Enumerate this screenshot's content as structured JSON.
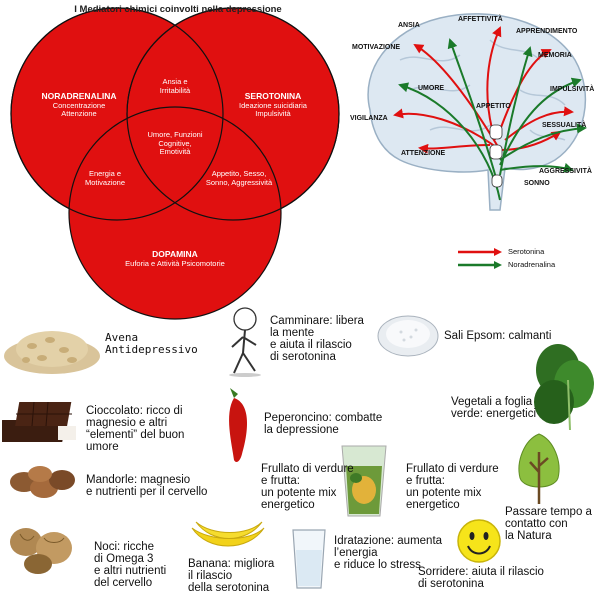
{
  "venn": {
    "title": "I Mediatori chimici coinvolti nella depressione",
    "noradrenalina": {
      "name": "NORADRENALINA",
      "desc": "Concentrazione\nAttenzione"
    },
    "serotonina": {
      "name": "SEROTONINA",
      "desc": "Ideazione suicidiaria\nImpulsività"
    },
    "dopamina": {
      "name": "DOPAMINA",
      "desc": "Euforia e Attività Psicomotorie"
    },
    "nor_sero": "Ansia e\nIrritabilità",
    "nor_dopa": "Energia e\nMotivazione",
    "sero_dopa": "Appetito, Sesso,\nSonno, Aggressività",
    "center": "Umore, Funzioni\nCognitive,\nEmotività",
    "color": "#e01010"
  },
  "brain": {
    "labels": {
      "ansia": "ANSIA",
      "affettivita": "AFFETTIVITÀ",
      "apprendimento": "APPRENDIMENTO",
      "motivazione": "MOTIVAZIONE",
      "memoria": "MEMORIA",
      "umore": "UMORE",
      "impulsivita": "IMPULSIVITÀ",
      "appetito": "APPETITO",
      "vigilanza": "VIGILANZA",
      "sessualita": "SESSUALITÀ",
      "attenzione": "ATTENZIONE",
      "aggressivita": "AGGRESSIVITÀ",
      "sonno": "SONNO"
    },
    "legend": [
      {
        "label": "Serotonina",
        "color": "#e01010"
      },
      {
        "label": "Noradrenalina",
        "color": "#1a7a2a"
      }
    ]
  },
  "foods": {
    "avena": "Avena\nAntidepressivo",
    "camminare": "Camminare: libera\nla mente\ne aiuta il rilascio\ndi serotonina",
    "sali": "Sali Epsom: calmanti",
    "vegetali": "Vegetali a foglia\nverde: energetici",
    "cioccolato": "Cioccolato: ricco di\nmagnesio e altri\n“elementi” del buon\numore",
    "peperoncino": "Peperoncino: combatte\nla depressione",
    "mandorle": "Mandorle: magnesio\ne nutrienti per il cervello",
    "frullato1": "Frullato di verdure\ne frutta:\nun potente mix\nenergetico",
    "frullato2": "Frullato di verdure\ne frutta:\nun potente mix\nenergetico",
    "natura": "Passare tempo a\ncontatto con\nla Natura",
    "noci": "Noci: ricche\ndi Omega 3\ne altri nutrienti\ndel cervello",
    "banana": "Banana: migliora\nil rilascio\ndella serotonina",
    "idratazione": "Idratazione: aumenta\nl’energia\ne riduce lo stress",
    "sorridere": "Sorridere: aiuta il rilascio\ndi serotonina"
  }
}
